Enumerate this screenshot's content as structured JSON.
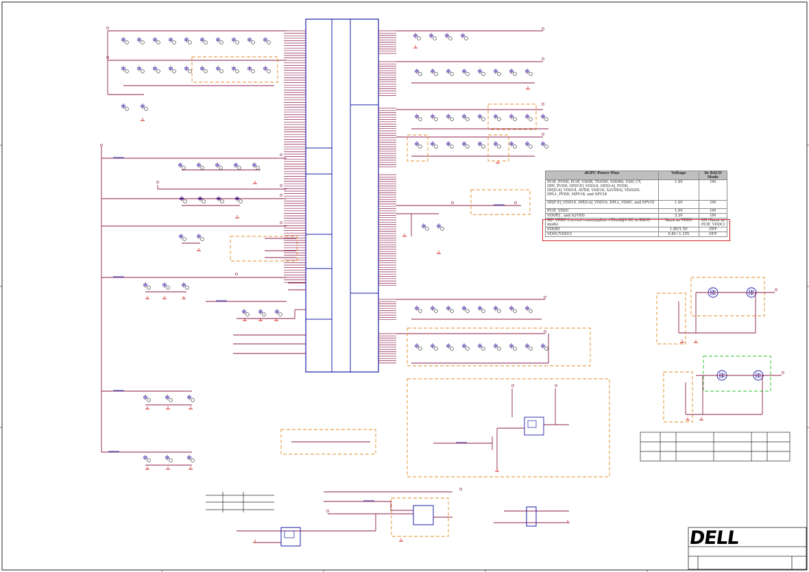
{
  "power_table": {
    "headers": [
      "dGPU Power Pins",
      "Voltage",
      "In BACO Mode"
    ],
    "rows": [
      {
        "pins": "PCIE_PVDD, PCIE_VDDR, TSVDD, VDDR4, VDD_CT, DPE_PVDD, DP[F:E]_VDD18, DP[D:A]_PVDD, DP[D:A]_VDD18, AVDD, VDD18, A2VDDQ, VDD2DI, DPLL_PVDD, MPV18, and SPV18",
        "voltage": "1.8V",
        "baco": "ON"
      },
      {
        "pins": "DP[F:E]_VDD10, DP[D:A]_VDD10, DPLL_VDDC, and SPV10",
        "voltage": "1.0V",
        "baco": "ON"
      },
      {
        "pins": "PCIE_VDDC",
        "voltage": "1.0V",
        "baco": "ON"
      },
      {
        "pins": "VDDR3 , and A2VDD",
        "voltage": "3.3V",
        "baco": "ON"
      },
      {
        "pins": "BIF_VDDC (current consumption <55mA@1.0V, in BACO mode)",
        "voltage": "Same as VDDC",
        "baco": "ON (Same as PCIE_VDDC)"
      },
      {
        "pins": "VDDR1",
        "voltage": "1.8V/1.5V",
        "baco": "OFF"
      },
      {
        "pins": "VDDC/VDDCI",
        "voltage": "0.85~1.15V",
        "baco": "OFF"
      }
    ]
  },
  "logo_text": "DELL",
  "colors": {
    "wire": "#8b1a4a",
    "ic_outline": "#1a1aa8",
    "annotation_box": "#e08a20",
    "highlight_box": "#d02020",
    "green_box": "#20c020",
    "ground": "#d02020"
  }
}
